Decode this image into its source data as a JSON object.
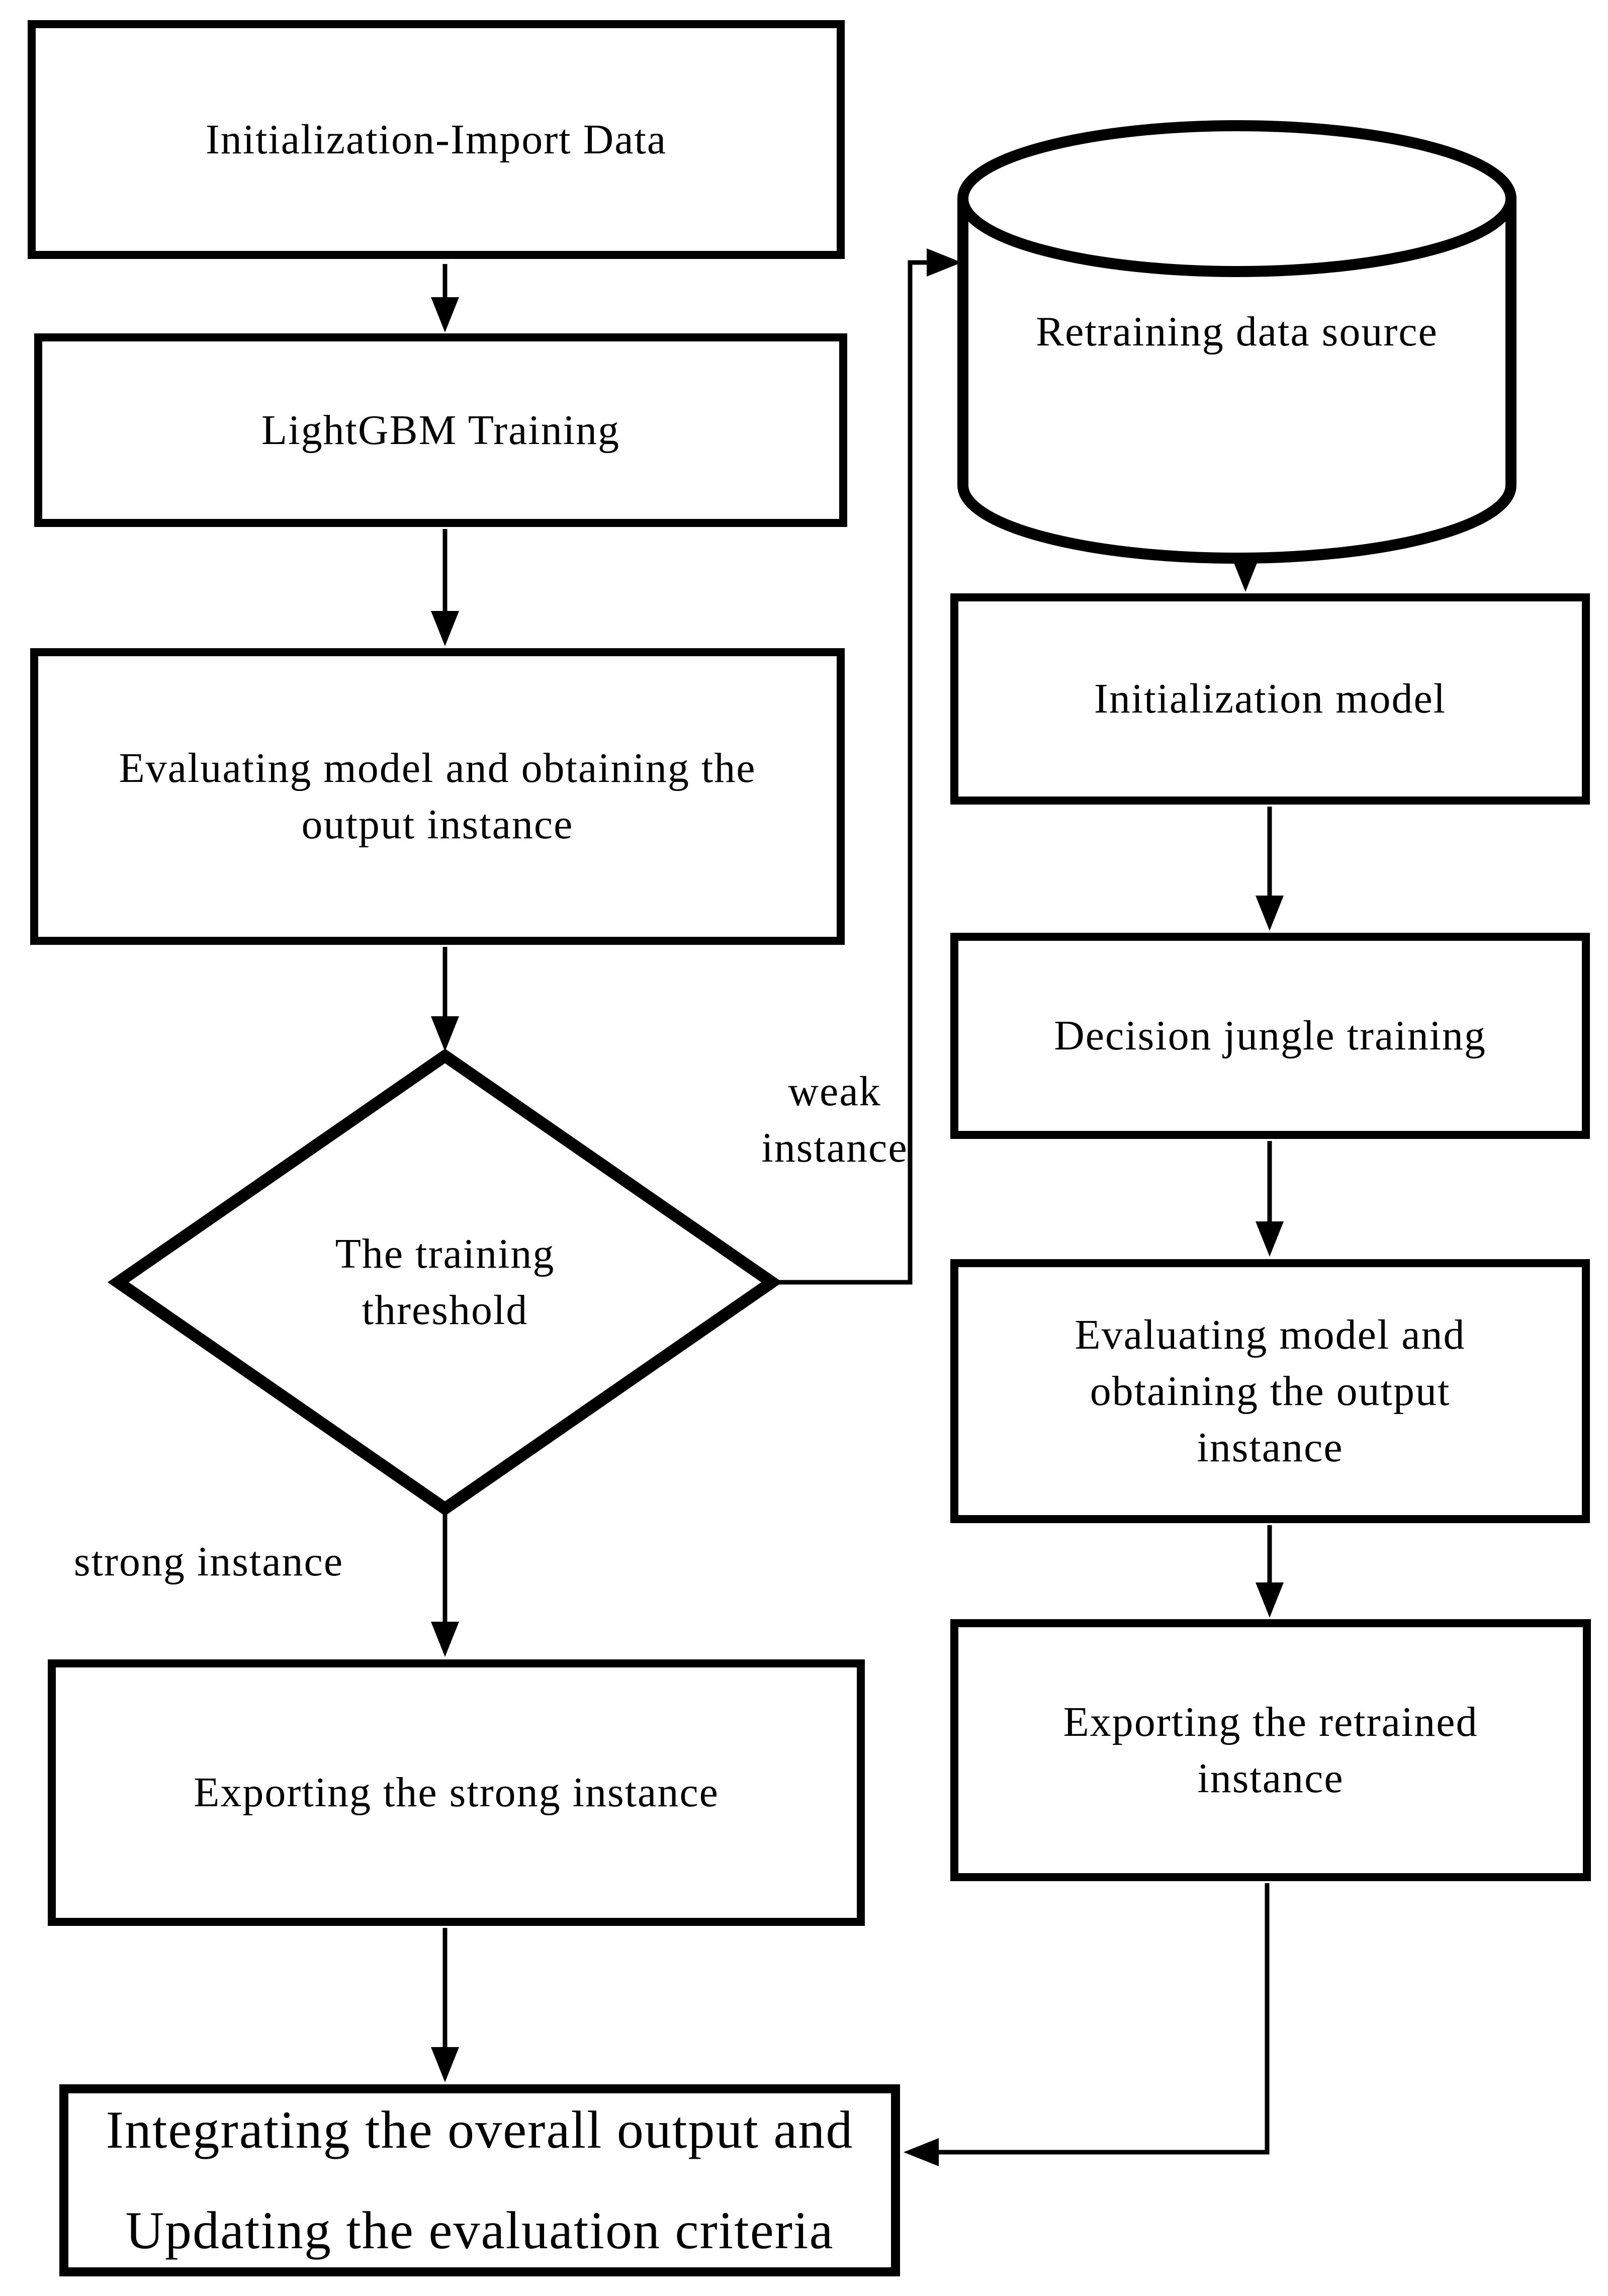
{
  "nodes": {
    "init_import": {
      "label": "Initialization-Import Data"
    },
    "lightgbm": {
      "label": "LightGBM Training"
    },
    "evaluate_left": {
      "lines": [
        "Evaluating model and obtaining the",
        "output instance"
      ]
    },
    "threshold": {
      "lines": [
        "The training",
        "threshold"
      ]
    },
    "export_strong": {
      "label": "Exporting the strong instance"
    },
    "integrate": {
      "lines": [
        "Integrating the overall output and",
        "Updating the evaluation criteria"
      ]
    },
    "retraining_source": {
      "label": "Retraining data source"
    },
    "init_model": {
      "label": "Initialization model"
    },
    "decision_jungle": {
      "label": "Decision jungle training"
    },
    "evaluate_right": {
      "lines": [
        "Evaluating model and",
        "obtaining the output",
        "instance"
      ]
    },
    "export_retrained": {
      "lines": [
        "Exporting the retrained",
        "instance"
      ]
    }
  },
  "labels": {
    "weak": {
      "lines": [
        "weak",
        "instance"
      ]
    },
    "strong": {
      "label": "strong instance"
    }
  },
  "colors": {
    "stroke": "#000000",
    "background": "#ffffff"
  }
}
